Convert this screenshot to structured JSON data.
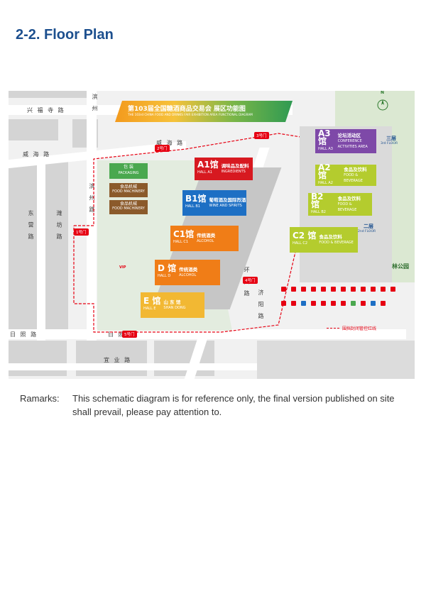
{
  "page": {
    "title": "2-2. Floor Plan"
  },
  "map": {
    "banner": {
      "title": "第103届全国糖酒商品交易会 展区功能图",
      "subtitle": "THE 103rd CHINA FOOD AND DRINKS FAIR EXHIBITION AREA FUNCTIONAL DIAGRAM"
    },
    "compass": "N",
    "roads": {
      "xingfu": "兴 福 寺 路",
      "weihai_w": "威 海 路",
      "weihai_c": "威 海 路",
      "dongshan": "东 营 路",
      "weifang": "潍 坊 路",
      "bin": "滨 州 路",
      "rizhao_w": "日 照 路",
      "rizhao_c": "日 照 路",
      "yiye": "宜 业 路",
      "binzhou_top": "滨 州",
      "huanxi": "环 西 路",
      "jiyang": "济 阳 路"
    },
    "gates": [
      "1号门",
      "2号门",
      "3号门",
      "4号门",
      "5号门"
    ],
    "halls": [
      {
        "code": "A1馆",
        "hall": "HALL A1",
        "cn": "调味品及配料",
        "en": "INGREDIENTS",
        "color": "#d71920"
      },
      {
        "code": "B1馆",
        "hall": "HALL B1",
        "cn": "葡萄酒及国际烈酒",
        "en": "WINE AND SPIRITS",
        "color": "#1d6fc4"
      },
      {
        "code": "C1馆",
        "hall": "HALL C1",
        "cn": "传统酒类",
        "en": "ALCOHOL",
        "color": "#f07d17"
      },
      {
        "code": "D 馆",
        "hall": "HALL D",
        "cn": "传统酒类",
        "en": "ALCOHOL",
        "color": "#f07d17"
      },
      {
        "code": "E 馆",
        "hall": "HALL E",
        "cn": "山 东 馆",
        "en": "SHAN DONG",
        "color": "#f2b833"
      }
    ],
    "halls_east": [
      {
        "code": "A3 馆",
        "hall": "HALL A3",
        "cn": "论坛活动区",
        "en": "CONFERENCE ACTIVITIES AREA",
        "color": "#7e49a8"
      },
      {
        "code": "A2 馆",
        "hall": "HALL A2",
        "cn": "食品及饮料",
        "en": "FOOD & BEVERAGE",
        "color": "#b4cc2e"
      },
      {
        "code": "B2 馆",
        "hall": "HALL B2",
        "cn": "食品及饮料",
        "en": "FOOD & BEVERAGE",
        "color": "#b4cc2e"
      },
      {
        "code": "C2 馆",
        "hall": "HALL C2",
        "cn": "食品及饮料",
        "en": "FOOD & BEVERAGE",
        "color": "#b4cc2e"
      }
    ],
    "side_areas": [
      {
        "cn": "包 装",
        "en": "PACKAGING",
        "color": "#4aa84f"
      },
      {
        "cn": "食品机械",
        "en": "FOOD MACHINERY",
        "color": "#8b5a2b"
      },
      {
        "cn": "食品机械",
        "en": "FOOD MACHINERY",
        "color": "#8b5a2b"
      }
    ],
    "floors": {
      "third": "三层",
      "third_en": "3rd FLOOR",
      "second": "二层",
      "second_en": "2nd FLOOR"
    },
    "park": "济南森林公园",
    "legend_boundary": "围挡封闭管控红线",
    "labels": {
      "vip": "VIP"
    }
  },
  "remarks": {
    "label": "Ramarks:",
    "line1": "This schematic diagram is for reference only, the final version published on site",
    "line2": "shall prevail, please pay attention to."
  }
}
